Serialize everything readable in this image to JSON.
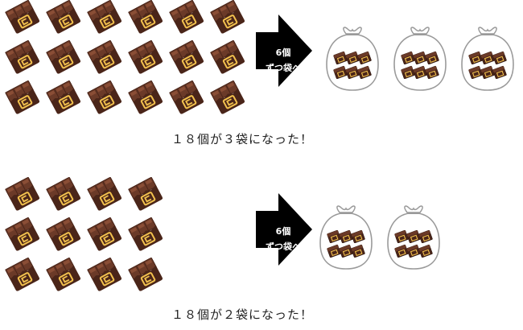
{
  "colors": {
    "choc_dark": "#4a2519",
    "choc_mid": "#6b3a28",
    "choc_light": "#8a4e36",
    "wrapper": "#e8d2cc",
    "gold": "#f2c14e",
    "arrow": "#000000",
    "bag_outline": "#9a9a9a"
  },
  "rows": [
    {
      "chocolate_count": 18,
      "grid_columns": 6,
      "arrow_lines": [
        "6個",
        "ずつ袋へ"
      ],
      "bag_count": 3,
      "per_bag": 6,
      "caption": "１８個が３袋になった！"
    },
    {
      "chocolate_count": 12,
      "grid_columns": 4,
      "arrow_lines": [
        "6個",
        "ずつ袋へ"
      ],
      "bag_count": 2,
      "per_bag": 6,
      "caption": "１８個が２袋になった！"
    }
  ]
}
